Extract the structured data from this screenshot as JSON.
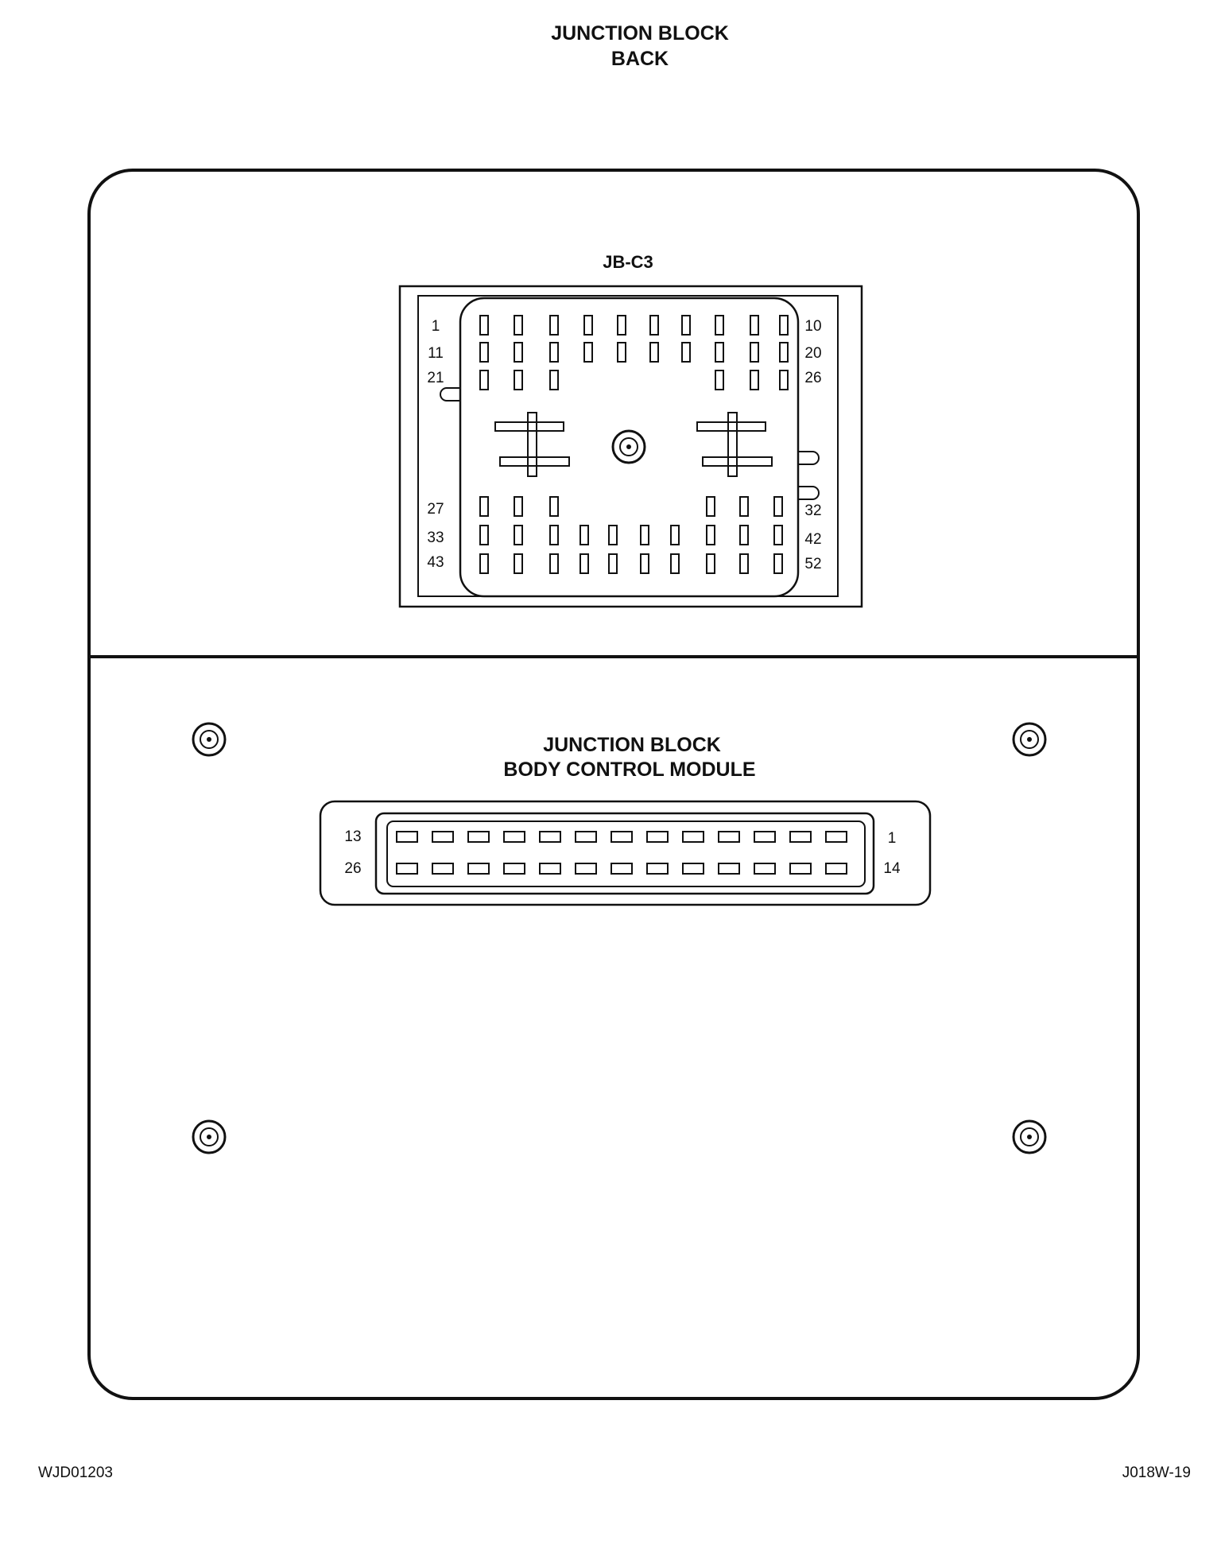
{
  "header": {
    "line1": "JUNCTION BLOCK",
    "line2": "BACK"
  },
  "jb_c3": {
    "label": "JB-C3",
    "left_pin_labels": [
      "1",
      "11",
      "21",
      "27",
      "33",
      "43"
    ],
    "right_pin_labels": [
      "10",
      "20",
      "26",
      "32",
      "42",
      "52"
    ]
  },
  "bcm": {
    "title_line1": "JUNCTION BLOCK",
    "title_line2": "BODY CONTROL MODULE",
    "top_left_label": "13",
    "bottom_left_label": "26",
    "top_right_label": "1",
    "bottom_right_label": "14",
    "pins_per_row": 13
  },
  "footer": {
    "left_code": "WJD01203",
    "right_code": "J018W-19"
  }
}
